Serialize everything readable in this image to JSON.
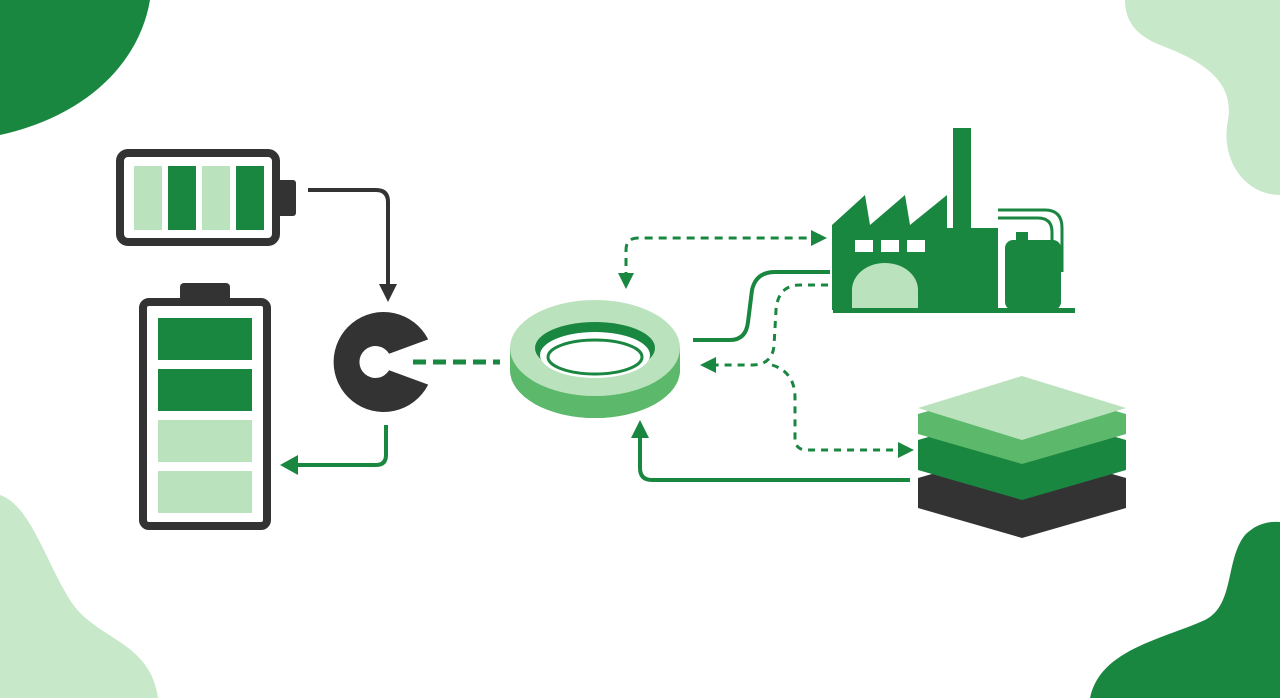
{
  "colors": {
    "dark_green": "#1a8741",
    "mid_green": "#5cb86b",
    "light_green": "#b9e2bd",
    "charcoal": "#333333",
    "background": "#ffffff"
  },
  "icons": {
    "small_battery": "battery-horizontal-icon",
    "large_battery": "battery-vertical-icon",
    "c_ring": "c-ring-icon",
    "ring": "ring-disc-icon",
    "factory": "factory-icon",
    "layers": "stacked-layers-icon"
  },
  "small_battery": {
    "charge_segments": 4,
    "filled_dark_segments": 2
  },
  "large_battery": {
    "charge_segments": 4,
    "filled_dark_segments": 2
  }
}
